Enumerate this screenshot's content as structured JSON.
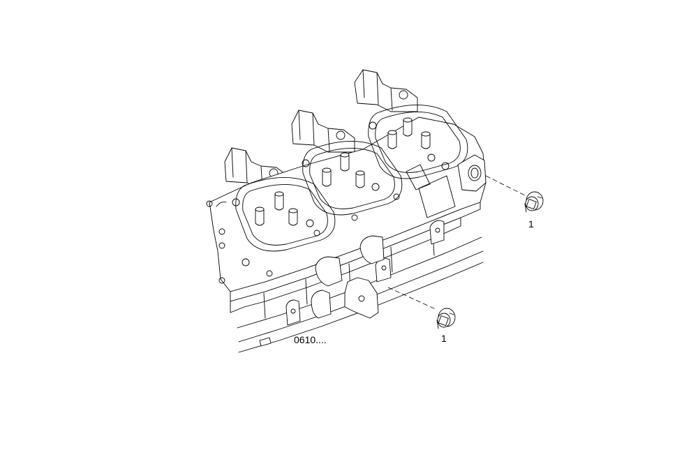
{
  "diagram": {
    "reference_code": "0610....",
    "callouts": [
      {
        "id": "plug-upper",
        "label": "1"
      },
      {
        "id": "plug-lower",
        "label": "1"
      }
    ]
  }
}
